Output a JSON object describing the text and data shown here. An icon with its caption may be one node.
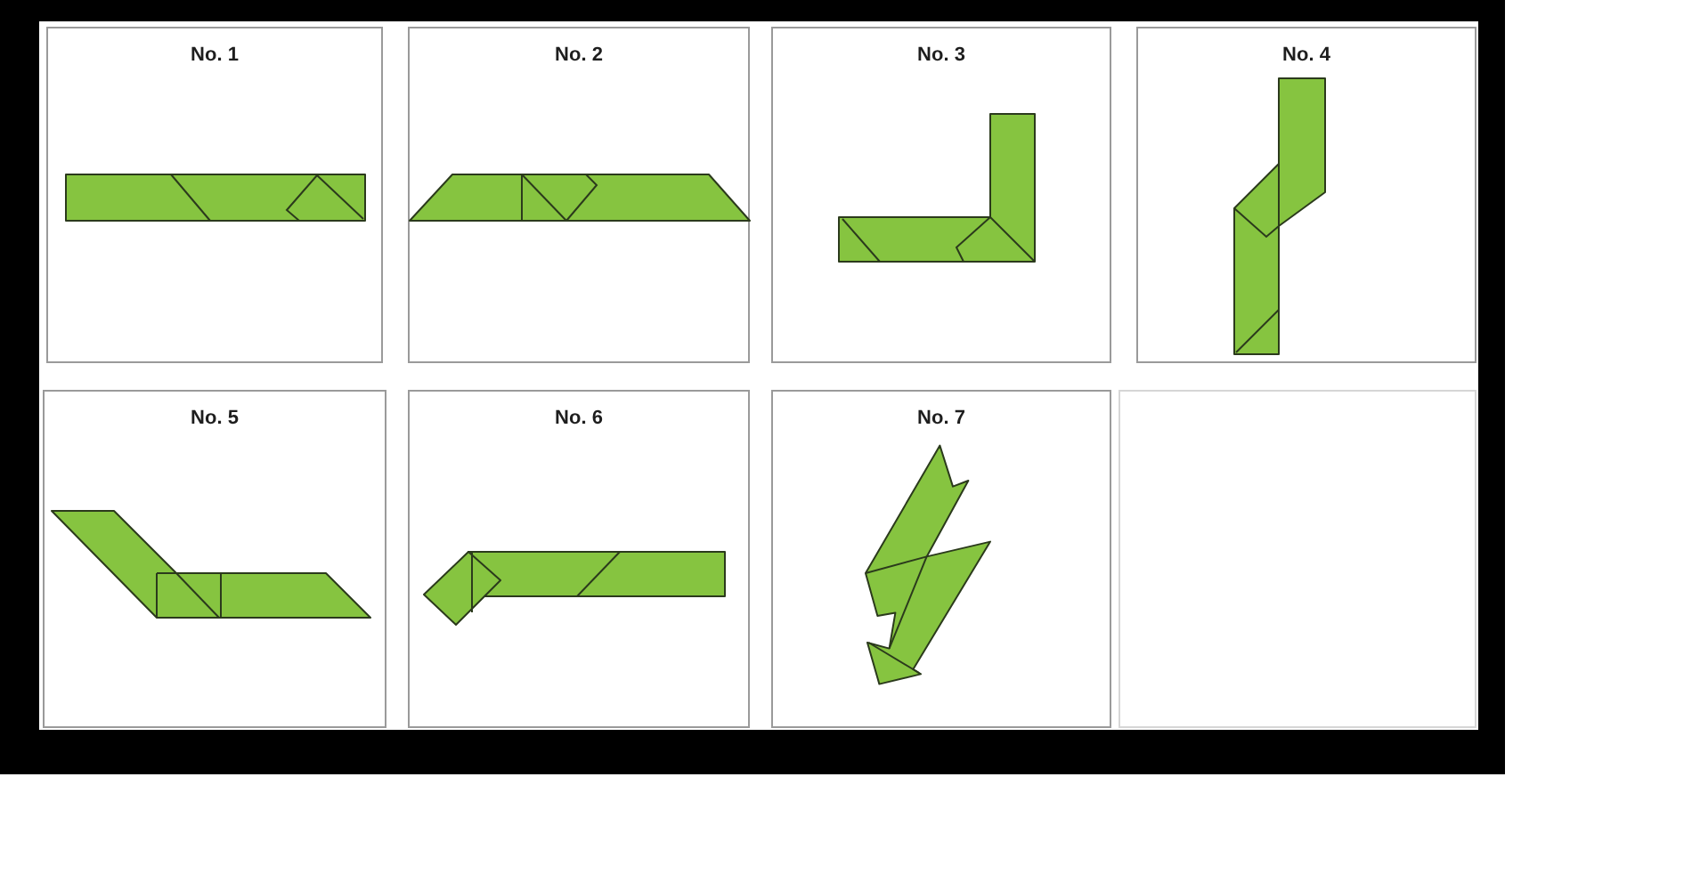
{
  "diagram": {
    "nodes": [
      {
        "text": [
          "No. 1"
        ]
      },
      {
        "text": [
          "No. 2"
        ]
      },
      {
        "text": [
          "No. 3"
        ]
      },
      {
        "text": [
          "No. 4"
        ]
      },
      {
        "text": [
          "No. 5"
        ]
      },
      {
        "text": [
          "No. 6"
        ]
      },
      {
        "text": [
          "No. 7"
        ]
      },
      {
        "text": [],
        "shape": "box"
      }
    ]
  }
}
